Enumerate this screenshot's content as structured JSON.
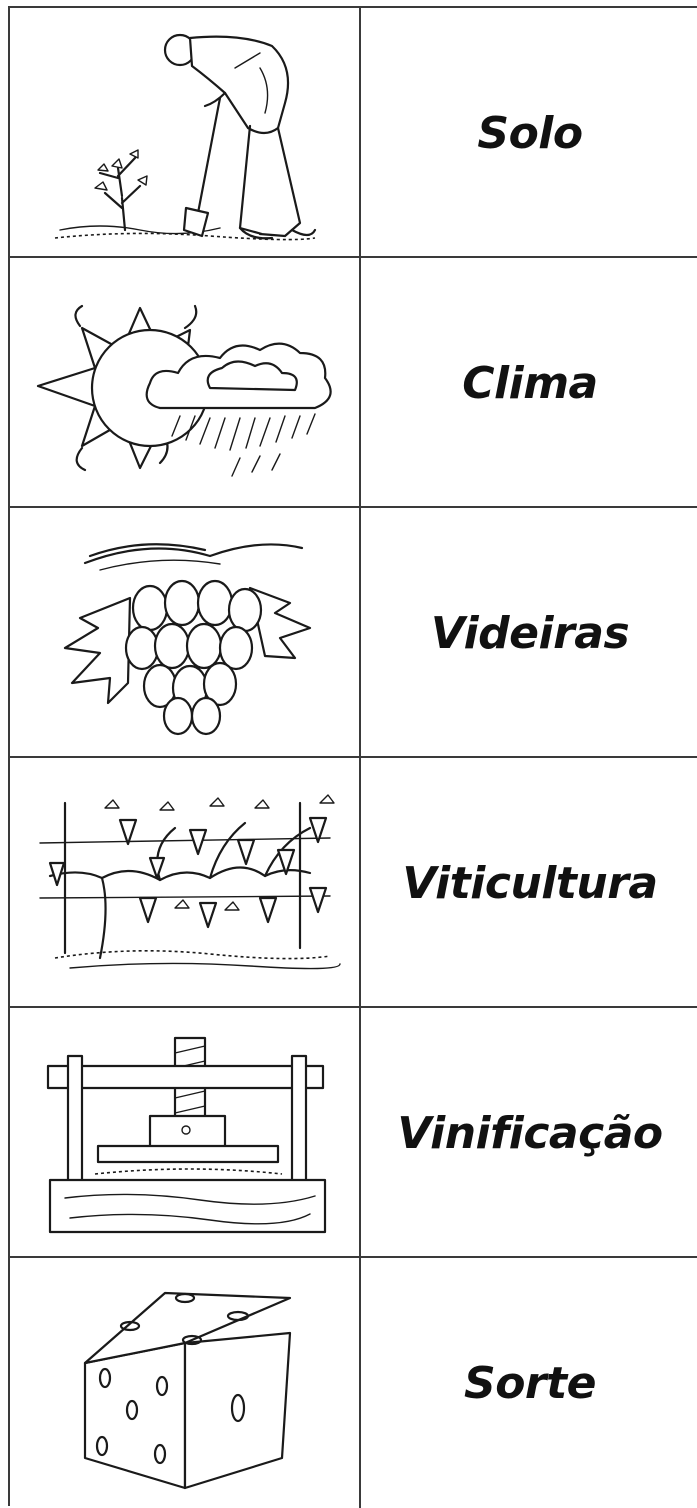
{
  "cards": [
    {
      "label": "Solo",
      "icon": "gardener-soil-icon"
    },
    {
      "label": "Clima",
      "icon": "sun-clouds-rain-icon"
    },
    {
      "label": "Videiras",
      "icon": "grape-bunch-icon"
    },
    {
      "label": "Viticultura",
      "icon": "vineyard-trellis-icon"
    },
    {
      "label": "Vinificação",
      "icon": "wine-press-icon"
    },
    {
      "label": "Sorte",
      "icon": "dice-icon"
    }
  ]
}
